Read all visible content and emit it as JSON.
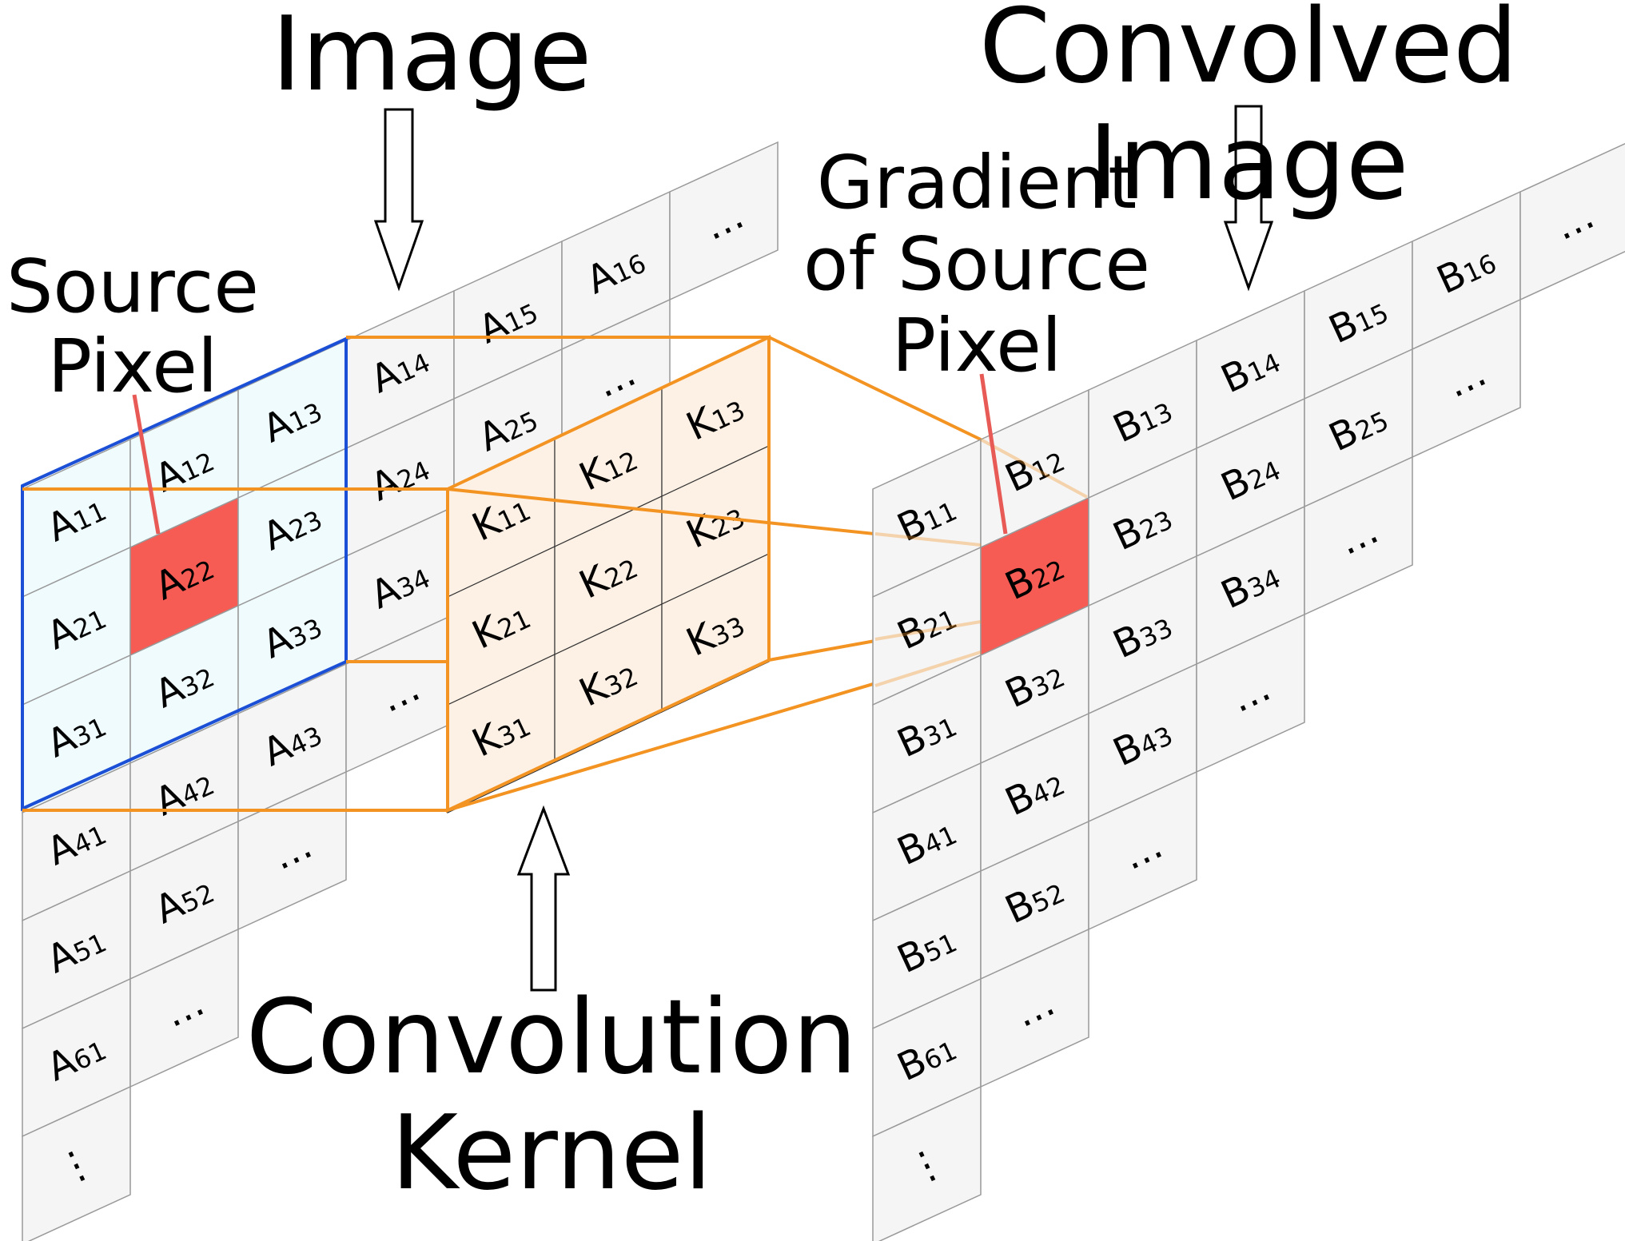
{
  "labels": {
    "image": "Image",
    "convolved_image": [
      "Convolved",
      "Image"
    ],
    "source_pixel": [
      "Source",
      "Pixel"
    ],
    "gradient": [
      "Gradient",
      "of Source",
      "Pixel"
    ],
    "kernel": [
      "Convolution",
      "Kernel"
    ]
  },
  "colors": {
    "grid_fill": "#f5f5f5",
    "grid_stroke": "#999999",
    "window_fill": "#f0fbfd",
    "window_stroke": "#1a4fd6",
    "kernel_fill": "#fdf0e4",
    "kernel_stroke": "#f39322",
    "highlight": "#f65b54",
    "pointer": "#e85a55"
  },
  "image_grid": {
    "letter": "A",
    "rows": [
      [
        "11",
        "12",
        "13",
        "14",
        "15",
        "16",
        "…"
      ],
      [
        "21",
        "22",
        "23",
        "24",
        "25",
        "…"
      ],
      [
        "31",
        "32",
        "33",
        "34",
        "…"
      ],
      [
        "41",
        "42",
        "43",
        "…"
      ],
      [
        "51",
        "52",
        "…"
      ],
      [
        "61",
        "…"
      ],
      [
        "⋮"
      ]
    ]
  },
  "kernel_grid": {
    "letter": "K",
    "rows": [
      [
        "11",
        "12",
        "13"
      ],
      [
        "21",
        "22",
        "23"
      ],
      [
        "31",
        "32",
        "33"
      ]
    ]
  },
  "output_grid": {
    "letter": "B",
    "rows": [
      [
        "11",
        "12",
        "13",
        "14",
        "15",
        "16",
        "…"
      ],
      [
        "21",
        "22",
        "23",
        "24",
        "25",
        "…"
      ],
      [
        "31",
        "32",
        "33",
        "34",
        "…"
      ],
      [
        "41",
        "42",
        "43",
        "…"
      ],
      [
        "51",
        "52",
        "…"
      ],
      [
        "61",
        "…"
      ],
      [
        "⋮"
      ]
    ]
  }
}
